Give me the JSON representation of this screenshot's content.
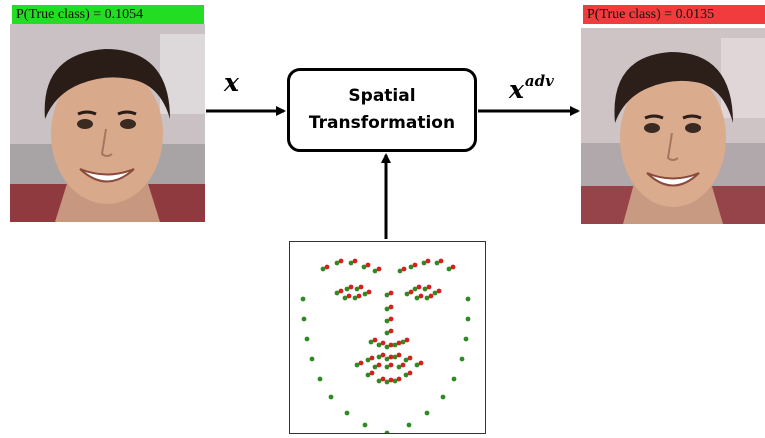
{
  "left_face": {
    "prob_label": "P(True class) = 0.1054",
    "label_color": "#22dd22"
  },
  "right_face": {
    "prob_label": "P(True class) = 0.0135",
    "label_color": "#f03c3c"
  },
  "transform_block": {
    "label": "Spatial\nTransformation"
  },
  "input_var": "x",
  "output_var": {
    "base": "x",
    "sup": "adv"
  },
  "colors": {
    "landmark_original": "#2e8b22",
    "landmark_perturbed": "#d62020",
    "arrow": "#000000"
  },
  "icons": {
    "input_face": "face-photo",
    "output_face": "adversarial-face-photo",
    "landmarks": "facial-landmark-grid"
  }
}
